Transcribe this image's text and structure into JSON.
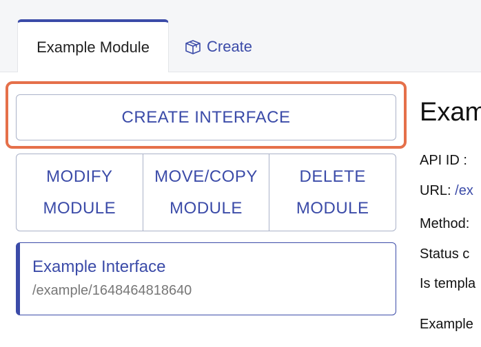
{
  "tabs": {
    "active_label": "Example Module",
    "create_label": "Create",
    "create_icon": "box-icon"
  },
  "actions": {
    "create_interface": "CREATE INTERFACE",
    "modify_module": [
      "MODIFY",
      "MODULE"
    ],
    "move_copy_module": [
      "MOVE/COPY",
      "MODULE"
    ],
    "delete_module": [
      "DELETE",
      "MODULE"
    ]
  },
  "interface_card": {
    "title": "Example Interface",
    "path": "/example/1648464818640"
  },
  "detail_panel": {
    "title": "Examp",
    "api_id_label": "API ID :",
    "url_label": "URL:",
    "url_value": "/ex",
    "method_label": "Method:",
    "status_label": "Status c",
    "template_label": "Is templa",
    "example_label": "Example"
  },
  "colors": {
    "accent": "#3b4ba8",
    "highlight": "#e5704a"
  }
}
